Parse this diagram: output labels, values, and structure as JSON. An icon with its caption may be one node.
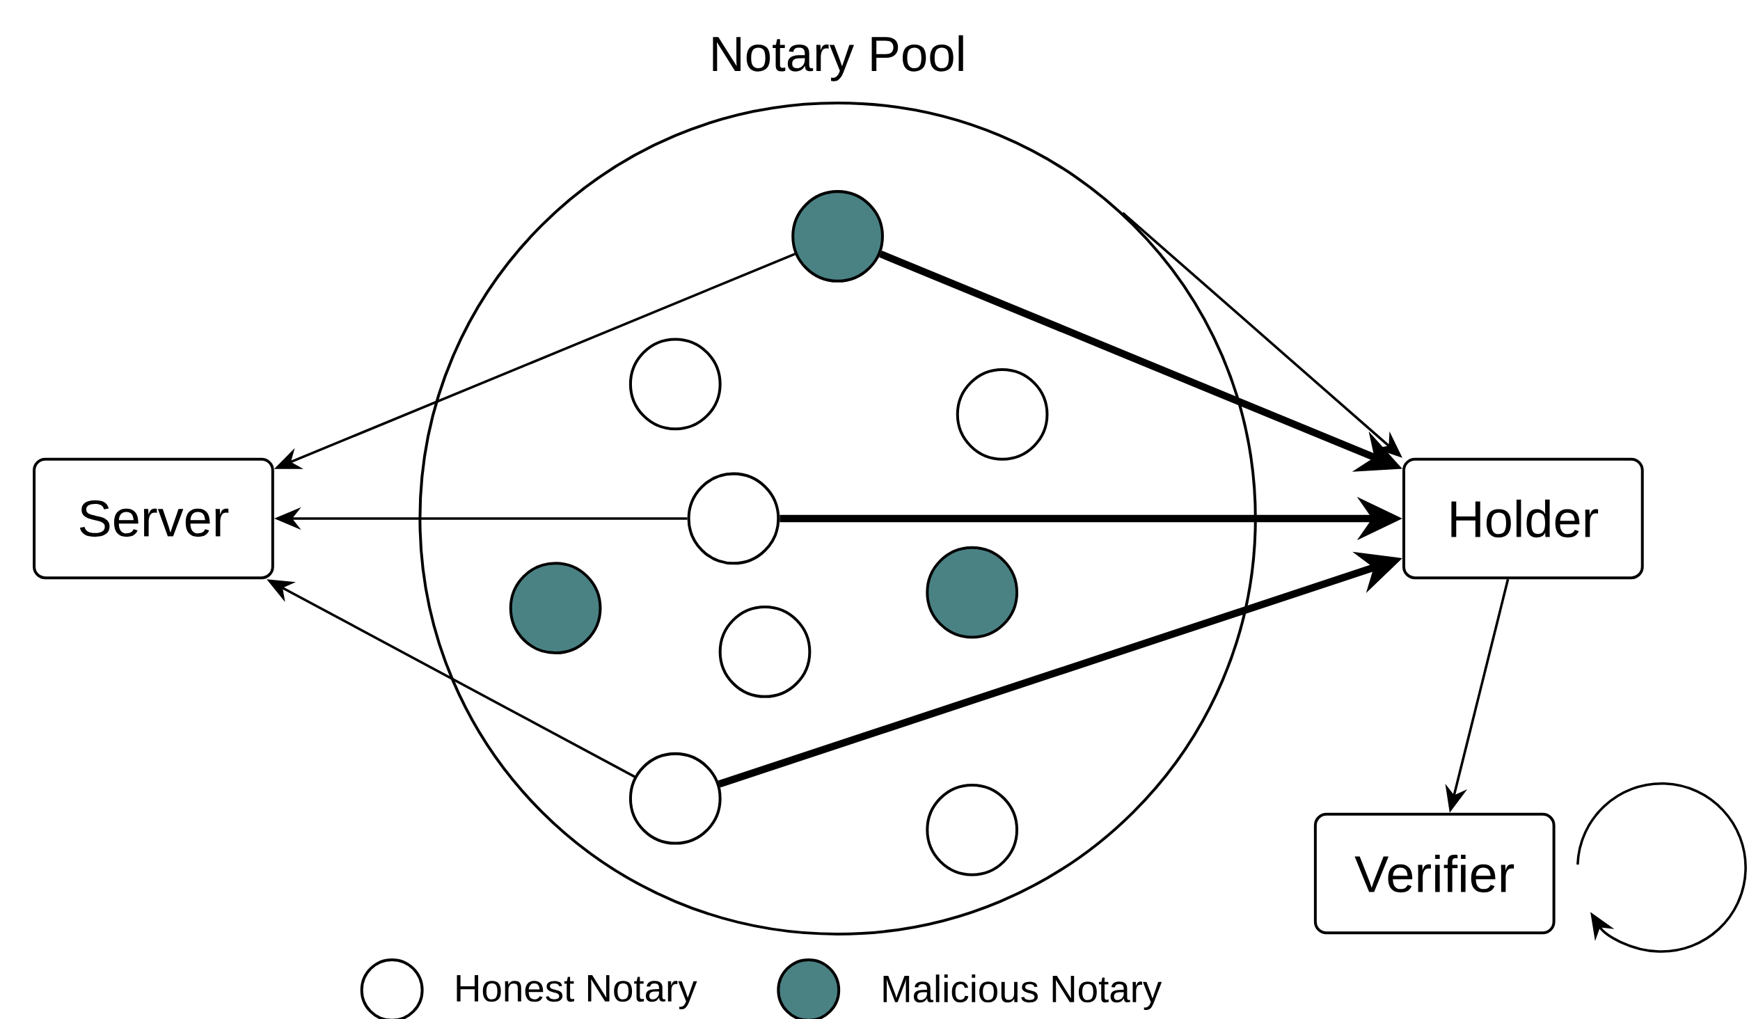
{
  "diagram": {
    "nodes": [
      {
        "text": [
          "Notary Pool"
        ]
      },
      {
        "text": [],
        "shape": "circle",
        "in": 0
      },
      {
        "text": [],
        "shape": "circle",
        "in": 0
      },
      {
        "text": [],
        "shape": "circle",
        "in": 0
      },
      {
        "text": [],
        "shape": "circle",
        "in": 0
      },
      {
        "text": [],
        "shape": "circle",
        "in": 0
      },
      {
        "text": [],
        "shape": "circle",
        "in": 0
      },
      {
        "text": [],
        "shape": "circle",
        "in": 0
      },
      {
        "text": [],
        "shape": "circle",
        "in": 0
      },
      {
        "text": [],
        "shape": "circle",
        "in": 0
      },
      {
        "text": [
          "Server"
        ]
      },
      {
        "text": [
          "Holder"
        ]
      },
      {
        "text": [
          "Verifier"
        ]
      }
    ],
    "edges": [
      {
        "from": 1,
        "to": 10,
        "arrow": "to"
      },
      {
        "from": 1,
        "to": 11,
        "arrow": "to",
        "style": "thick"
      },
      {
        "from": 0,
        "to": 11,
        "arrow": "to"
      },
      {
        "from": 4,
        "to": 10,
        "arrow": "to"
      },
      {
        "from": 4,
        "to": 11,
        "arrow": "to",
        "style": "thick"
      },
      {
        "from": 8,
        "to": 10,
        "arrow": "to"
      },
      {
        "from": 8,
        "to": 11,
        "arrow": "to",
        "style": "thick"
      },
      {
        "from": 11,
        "to": 12,
        "arrow": "to"
      },
      {
        "from": 12,
        "to": 12,
        "arrow": "to"
      }
    ],
    "legend": [
      {
        "text": "Honest Notary"
      },
      {
        "text": "Malicious Notary",
        "color": "#4a8284"
      }
    ]
  }
}
